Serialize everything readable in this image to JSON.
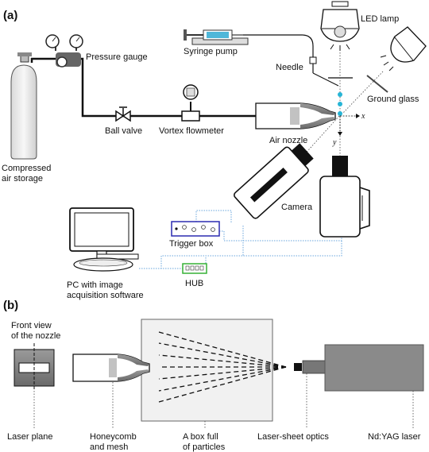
{
  "panel_a": {
    "tag": "(a)",
    "labels": {
      "led_lamp": "LED lamp",
      "syringe_pump": "Syringe pump",
      "pressure_gauge": "Pressure gauge",
      "needle": "Needle",
      "ground_glass": "Ground glass",
      "ball_valve": "Ball valve",
      "vortex_flowmeter": "Vortex flowmeter",
      "air_nozzle": "Air nozzle",
      "axis_x": "x",
      "axis_y": "y",
      "compressed_air_1": "Compressed",
      "compressed_air_2": "air storage",
      "camera": "Camera",
      "trigger_box": "Trigger box",
      "hub": "HUB",
      "pc_1": "PC with image",
      "pc_2": "acquisition software"
    }
  },
  "panel_b": {
    "tag": "(b)",
    "labels": {
      "front_view_1": "Front view",
      "front_view_2": "of the nozzle",
      "laser_plane": "Laser plane",
      "honeycomb_1": "Honeycomb",
      "honeycomb_2": "and mesh",
      "box_1": "A box full",
      "box_2": "of particles",
      "laser_sheet_optics": "Laser-sheet optics",
      "ndyag_laser": "Nd:YAG laser"
    }
  },
  "colors": {
    "line": "#111111",
    "signal_blue": "#6aa6dc",
    "trigger_border": "#2b2bb0",
    "hub_border": "#35b135",
    "droplet": "#27b5d6",
    "particle_box": "#f1f1f1",
    "laser_gray": "#888888"
  }
}
